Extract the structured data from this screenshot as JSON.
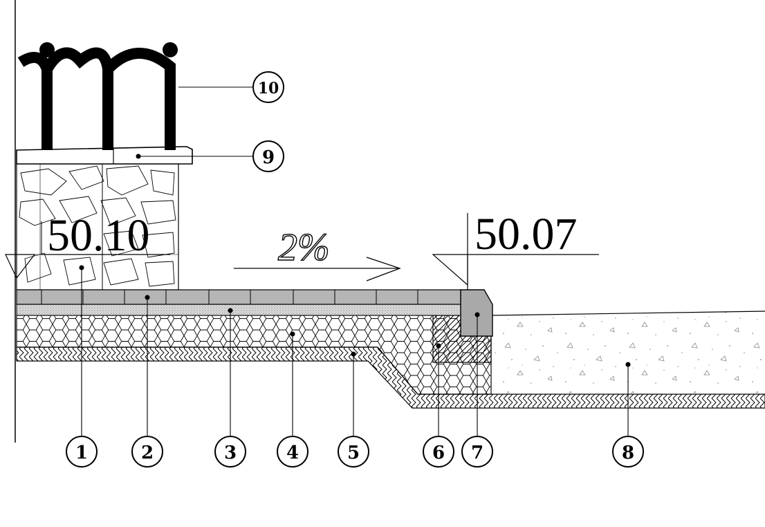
{
  "drawing": {
    "levels": {
      "left": "50.10",
      "right": "50.07"
    },
    "slope": "2%",
    "callouts": [
      "1",
      "2",
      "3",
      "4",
      "5",
      "6",
      "7",
      "8",
      "9",
      "10"
    ],
    "colors": {
      "line": "#000000",
      "paving": "#b5b5b5",
      "curb": "#a9a9a9",
      "sand_bed": "#d9d9d9",
      "background": "#ffffff"
    }
  }
}
